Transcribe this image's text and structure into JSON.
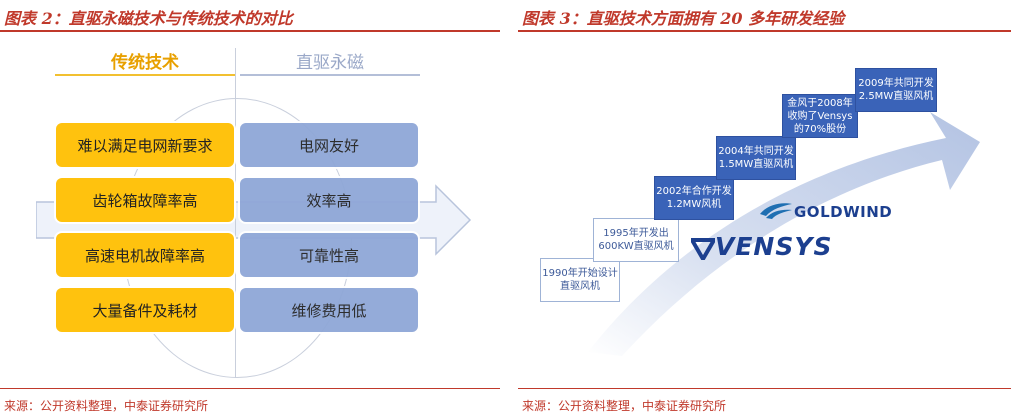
{
  "left": {
    "title": "图表 2：直驱永磁技术与传统技术的对比",
    "source": "来源：公开资料整理，中泰证券研究所",
    "headers": {
      "traditional": "传统技术",
      "direct_drive": "直驱永磁"
    },
    "rows": [
      {
        "traditional": "难以满足电网新要求",
        "direct_drive": "电网友好"
      },
      {
        "traditional": "齿轮箱故障率高",
        "direct_drive": "效率高"
      },
      {
        "traditional": "高速电机故障率高",
        "direct_drive": "可靠性高"
      },
      {
        "traditional": "大量备件及耗材",
        "direct_drive": "维修费用低"
      }
    ],
    "colors": {
      "traditional": "#ffc20e",
      "direct_drive": "#8fa7d7",
      "accent": "#c0392b"
    }
  },
  "right": {
    "title": "图表 3：直驱技术方面拥有 20 多年研发经验",
    "source": "来源：公开资料整理，中泰证券研究所",
    "milestones": [
      "1990年开始设计直驱风机",
      "1995年开发出600KW直驱风机",
      "2002年合作开发1.2MW风机",
      "2004年共同开发1.5MW直驱风机",
      "金风于2008年收购了Vensys的70%股份",
      "2009年共同开发2.5MW直驱风机"
    ],
    "logos": {
      "goldwind": "GOLDWIND",
      "vensys": "VENSYS"
    },
    "icons": {
      "goldwind": "goldwind-logo-icon",
      "vensys": "vensys-logo-icon"
    }
  }
}
